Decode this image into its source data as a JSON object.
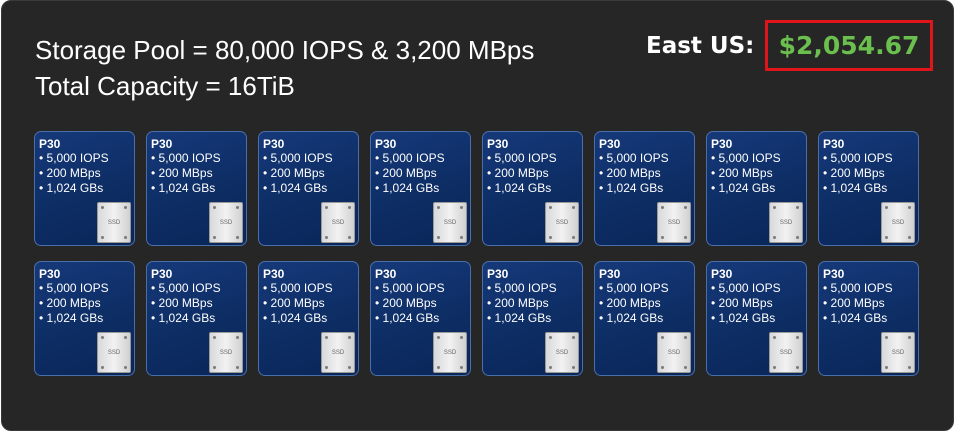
{
  "header": {
    "line1": "Storage Pool = 80,000 IOPS & 3,200 MBps",
    "line2": "Total Capacity = 16TiB"
  },
  "cost": {
    "region_label": "East US:",
    "price": "$2,054.67",
    "price_color": "#6bbf4e",
    "box_border_color": "#e0141b"
  },
  "disks": [
    {
      "name": "P30",
      "specs": [
        "• 5,000 IOPS",
        "• 200 MBps",
        "• 1,024 GBs"
      ],
      "icon_label": "SSD"
    },
    {
      "name": "P30",
      "specs": [
        "• 5,000 IOPS",
        "• 200 MBps",
        "• 1,024 GBs"
      ],
      "icon_label": "SSD"
    },
    {
      "name": "P30",
      "specs": [
        "• 5,000 IOPS",
        "• 200 MBps",
        "• 1,024 GBs"
      ],
      "icon_label": "SSD"
    },
    {
      "name": "P30",
      "specs": [
        "• 5,000 IOPS",
        "• 200 MBps",
        "• 1,024 GBs"
      ],
      "icon_label": "SSD"
    },
    {
      "name": "P30",
      "specs": [
        "• 5,000 IOPS",
        "• 200 MBps",
        "• 1,024 GBs"
      ],
      "icon_label": "SSD"
    },
    {
      "name": "P30",
      "specs": [
        "• 5,000 IOPS",
        "• 200 MBps",
        "• 1,024 GBs"
      ],
      "icon_label": "SSD"
    },
    {
      "name": "P30",
      "specs": [
        "• 5,000 IOPS",
        "• 200 MBps",
        "• 1,024 GBs"
      ],
      "icon_label": "SSD"
    },
    {
      "name": "P30",
      "specs": [
        "• 5,000 IOPS",
        "• 200 MBps",
        "• 1,024 GBs"
      ],
      "icon_label": "SSD"
    },
    {
      "name": "P30",
      "specs": [
        "• 5,000 IOPS",
        "• 200 MBps",
        "• 1,024 GBs"
      ],
      "icon_label": "SSD"
    },
    {
      "name": "P30",
      "specs": [
        "• 5,000 IOPS",
        "• 200 MBps",
        "• 1,024 GBs"
      ],
      "icon_label": "SSD"
    },
    {
      "name": "P30",
      "specs": [
        "• 5,000 IOPS",
        "• 200 MBps",
        "• 1,024 GBs"
      ],
      "icon_label": "SSD"
    },
    {
      "name": "P30",
      "specs": [
        "• 5,000 IOPS",
        "• 200 MBps",
        "• 1,024 GBs"
      ],
      "icon_label": "SSD"
    },
    {
      "name": "P30",
      "specs": [
        "• 5,000 IOPS",
        "• 200 MBps",
        "• 1,024 GBs"
      ],
      "icon_label": "SSD"
    },
    {
      "name": "P30",
      "specs": [
        "• 5,000 IOPS",
        "• 200 MBps",
        "• 1,024 GBs"
      ],
      "icon_label": "SSD"
    },
    {
      "name": "P30",
      "specs": [
        "• 5,000 IOPS",
        "• 200 MBps",
        "• 1,024 GBs"
      ],
      "icon_label": "SSD"
    },
    {
      "name": "P30",
      "specs": [
        "• 5,000 IOPS",
        "• 200 MBps",
        "• 1,024 GBs"
      ],
      "icon_label": "SSD"
    }
  ],
  "colors": {
    "background": "#262626",
    "disk_tile": "#0d2d64",
    "text": "#ffffff"
  }
}
